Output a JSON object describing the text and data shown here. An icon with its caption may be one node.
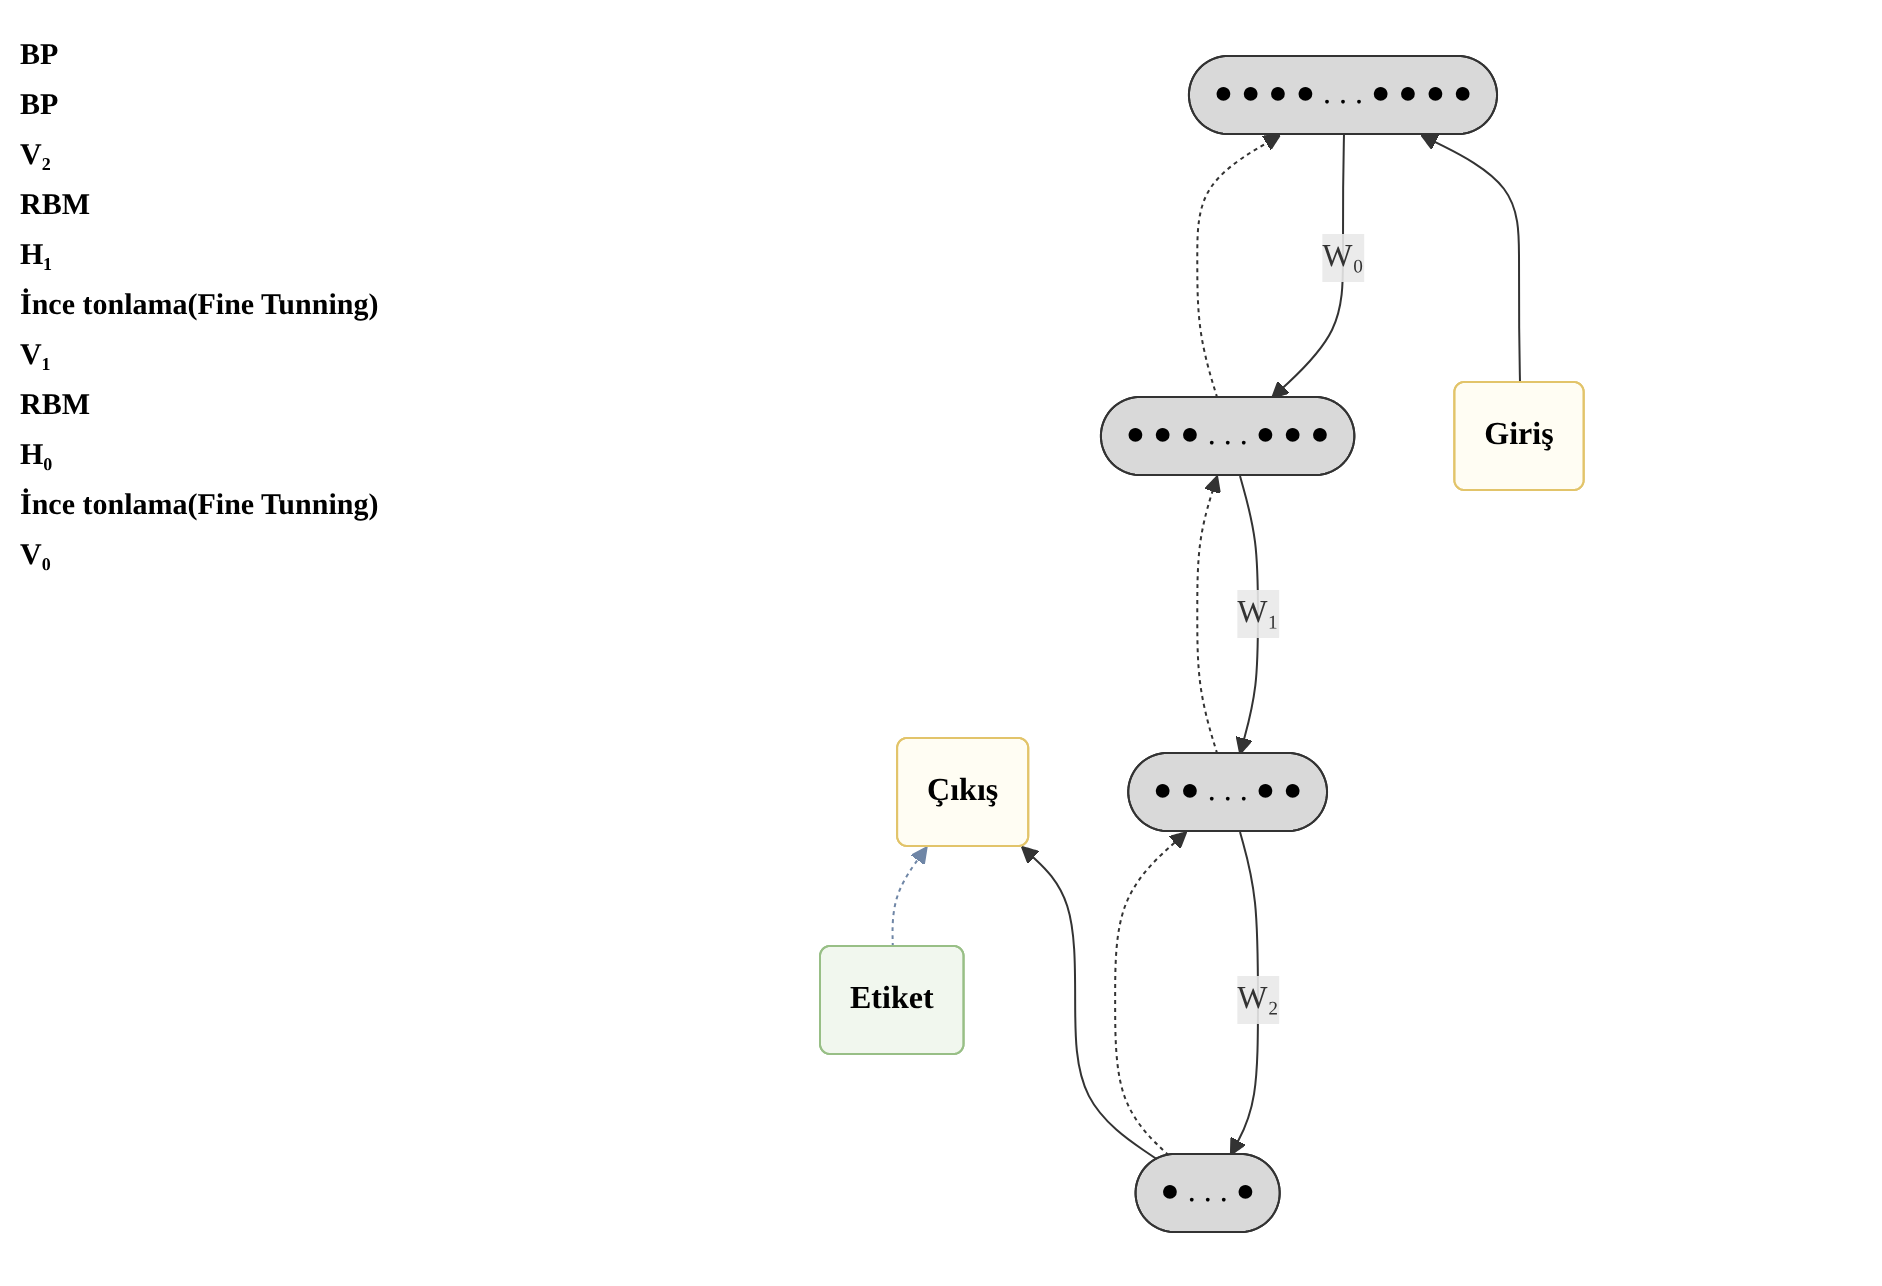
{
  "diagram": {
    "nodes": [
      {
        "text": [
          "Çıkış"
        ]
      },
      {
        "text": [
          "Etiket"
        ]
      },
      {
        "text": [
          "● . . . ●"
        ]
      },
      {
        "text": [
          "● ● . . . ● ●"
        ]
      },
      {
        "text": [
          "● ● ● . . . ● ● ●"
        ]
      },
      {
        "text": [
          "● ● ● ● . . . ● ● ● ●"
        ]
      },
      {
        "text": [
          "Giriş"
        ]
      }
    ],
    "edges": [
      {
        "from": 1,
        "to": 0,
        "arrow": "to",
        "style": "dashed",
        "color": "#6f86a6"
      },
      {
        "from": 2,
        "to": 0,
        "arrow": "to"
      },
      {
        "from": 3,
        "to": 2,
        "arrow": "to",
        "label": "W₂"
      },
      {
        "from": 2,
        "to": 3,
        "arrow": "to",
        "style": "dashed"
      },
      {
        "from": 4,
        "to": 3,
        "arrow": "to",
        "label": "W₁"
      },
      {
        "from": 3,
        "to": 4,
        "arrow": "to",
        "style": "dashed"
      },
      {
        "from": 5,
        "to": 4,
        "arrow": "to",
        "label": "W₀"
      },
      {
        "from": 4,
        "to": 5,
        "arrow": "to",
        "style": "dashed"
      },
      {
        "from": 6,
        "to": 5,
        "arrow": "to"
      }
    ],
    "labels": [
      "BP",
      "BP",
      "V₂",
      "RBM",
      "H₁",
      "İnce tonlama(Fine Tunning)",
      "V₁",
      "RBM",
      "H₀",
      "İnce tonlama(Fine Tunning)",
      "V₀"
    ]
  }
}
